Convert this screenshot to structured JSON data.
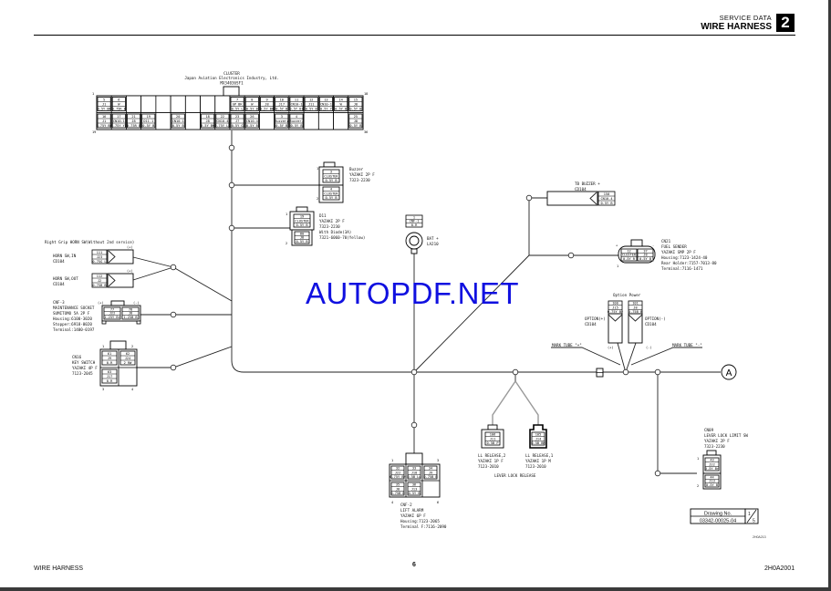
{
  "header": {
    "section": "SERVICE DATA",
    "title": "WIRE HARNESS",
    "chapter": "2"
  },
  "footer": {
    "left": "WIRE HARNESS",
    "page": "6",
    "right": "2H0A2001"
  },
  "watermark": "AUTOPDF.NET",
  "cluster": {
    "name": "CLUSTER",
    "maker": "Japan Aviation Electronics Industry, Ltd.",
    "part": "MX34036SF1",
    "pin_corner_labels": [
      "1",
      "18",
      "19",
      "36"
    ],
    "top_row": [
      {
        "pin": "5",
        "wire": "J1",
        "spec": "0.5Y BK"
      },
      {
        "pin": "6",
        "wire": "W",
        "spec": "0.75R B"
      },
      {
        "pin": "",
        "wire": "",
        "spec": ""
      },
      {
        "pin": "",
        "wire": "",
        "spec": ""
      },
      {
        "pin": "",
        "wire": "",
        "spec": ""
      },
      {
        "pin": "",
        "wire": "",
        "spec": ""
      },
      {
        "pin": "",
        "wire": "",
        "spec": ""
      },
      {
        "pin": "",
        "wire": "",
        "spec": ""
      },
      {
        "pin": "",
        "wire": "",
        "spec": ""
      },
      {
        "pin": "7",
        "wire": "GP BK",
        "spec": "0.5Y L"
      },
      {
        "pin": "8",
        "wire": "W",
        "spec": "0.5Y B"
      },
      {
        "pin": "9",
        "wire": "J8",
        "spec": "0.5Y BK"
      },
      {
        "pin": "10",
        "wire": "J17",
        "spec": "0.5Y B"
      },
      {
        "pin": "11",
        "wire": "CN10-1",
        "spec": "0.5Y Br"
      },
      {
        "pin": "12",
        "wire": "J11",
        "spec": "0.5Y B"
      },
      {
        "pin": "13",
        "wire": "CN10-1",
        "spec": "0.5Y Y"
      },
      {
        "pin": "14",
        "wire": "W",
        "spec": "0.5Y B"
      },
      {
        "pin": "15",
        "wire": "J8",
        "spec": "0.5Y B"
      }
    ],
    "bottom_row": [
      {
        "pin": "16",
        "wire": "J1",
        "spec": "0.75Y BK"
      },
      {
        "pin": "17",
        "wire": "CN10-1",
        "spec": "0.75Y YL"
      },
      {
        "pin": "21",
        "wire": "J8",
        "spec": "0.75R B"
      },
      {
        "pin": "19",
        "wire": "D11-1",
        "spec": "0.5Y B"
      },
      {
        "pin": "",
        "wire": "",
        "spec": ""
      },
      {
        "pin": "20",
        "wire": "CN10-1",
        "spec": "0.5Y B"
      },
      {
        "pin": "",
        "wire": "",
        "spec": ""
      },
      {
        "pin": "18",
        "wire": "J8",
        "spec": "0.5Y BK"
      },
      {
        "pin": "22",
        "wire": "CN10-4",
        "spec": "0.75Y LG"
      },
      {
        "pin": "23",
        "wire": "J7",
        "spec": "0.5Y G"
      },
      {
        "pin": "26",
        "wire": "CN10-4",
        "spec": "0.5Y B"
      },
      {
        "pin": "",
        "wire": "",
        "spec": ""
      },
      {
        "pin": "3",
        "wire": "Buzzer+",
        "spec": "0.5Y B"
      },
      {
        "pin": "4",
        "wire": "Buzzer-",
        "spec": "0.5Y B"
      },
      {
        "pin": "",
        "wire": "",
        "spec": ""
      },
      {
        "pin": "",
        "wire": "",
        "spec": ""
      },
      {
        "pin": "",
        "wire": "",
        "spec": ""
      },
      {
        "pin": "25",
        "wire": "J8",
        "spec": "0.5Y B"
      }
    ]
  },
  "buzzer": {
    "name": "Buzzer",
    "spec": "YAZAKI 2P F",
    "part": "7323-2230",
    "pins": [
      "1",
      "2"
    ],
    "cells": [
      {
        "pin": "3",
        "wire": "CLUSTER",
        "spec": "0.5Y B"
      },
      {
        "pin": "4",
        "wire": "CLUSTER",
        "spec": "0.5Y B"
      }
    ]
  },
  "d11": {
    "name": "D11",
    "spec": "YAZAKI 2P F",
    "part": "7323-2230",
    "note": "With Diode(3A)",
    "diode_part": "7321-6060-70(Yellow)",
    "pins": [
      "1",
      "2"
    ],
    "cells": [
      {
        "pin": "19",
        "wire": "CLUSTER",
        "spec": "0.5Y B"
      },
      {
        "pin": "80",
        "wire": "J8",
        "spec": "0.5Y B"
      }
    ]
  },
  "bat": {
    "name": "BAT +",
    "part": "LA210",
    "cell": {
      "pin": "1",
      "wire": "CNF-1",
      "spec": "0.R"
    }
  },
  "horn": {
    "title": "Right Grip HORN SW(Without 2nd service)",
    "in": {
      "name": "HORN SW,IN",
      "part": "CD104",
      "polarity": "(+)",
      "cell": {
        "pin": "111",
        "wire": "J23",
        "spec": "0.75G L"
      }
    },
    "out": {
      "name": "HORN SW,OUT",
      "part": "CD104",
      "polarity": "(+)",
      "cell": {
        "pin": "112",
        "wire": "J2",
        "spec": "0.75B B"
      }
    }
  },
  "maint_socket": {
    "id": "CNF-3",
    "name": "MAINTENANCE SOCKET",
    "spec": "SUMITOMO 5A 2P F",
    "housing": "Housing:6100-3020",
    "stopper": "Stopper:6918-0020",
    "terminal": "Terminal:1400-0197",
    "polarity": [
      "(+)",
      "(-)"
    ],
    "cells": [
      {
        "pin": "77",
        "wire": "J22",
        "spec": "1.25Y Br"
      },
      {
        "pin": "78",
        "wire": "J8",
        "spec": "1.25B B"
      }
    ]
  },
  "key_switch": {
    "id": "CN16",
    "name": "KEY SWITCH",
    "spec": "YAZAKI 4P F",
    "part": "7123-2045",
    "pins": [
      "1",
      "2",
      "3",
      "4"
    ],
    "cells": [
      {
        "pin": "61",
        "wire": "J9",
        "spec": "0.R"
      },
      {
        "pin": "62",
        "wire": "J24",
        "spec": "2 RW"
      },
      {
        "pin": "63",
        "wire": "J17",
        "spec": "0.R"
      }
    ]
  },
  "tb_buzzer": {
    "name": "TB BUZZER +",
    "part": "CD104",
    "cell": {
      "pin": "150",
      "wire": "CN10-4",
      "spec": "0.5Y B"
    }
  },
  "fuel_sender": {
    "id": "CN21",
    "name": "FUEL SENDER",
    "spec": "YAZAKI SMP 2P F",
    "housing": "Housing:7123-1424-40",
    "rear_holder": "Rear Holder:7157-7013-80",
    "terminal": "Terminal:7116-1471",
    "polarity": [
      "+",
      "-"
    ],
    "pin_label": "1",
    "cells": [
      {
        "pin": "12",
        "wire": "CLUSTER",
        "spec": "0.5Y R"
      },
      {
        "pin": "37",
        "wire": "J8",
        "spec": "0.5Y B"
      }
    ]
  },
  "option_power": {
    "title": "Option Power",
    "left": {
      "name": "OPTION(+)",
      "part": "CD104",
      "polarity": "(+)",
      "cell": {
        "pin": "100",
        "wire": "J15",
        "spec": "0.75Y Br"
      }
    },
    "right": {
      "name": "OPTION(-)",
      "part": "CD104",
      "polarity": "(-)",
      "cell": {
        "pin": "101",
        "wire": "J8",
        "spec": "0.75B B"
      }
    },
    "mark_left": "MARK TUBE \"+\"",
    "mark_right": "MARK TUBE \"-\""
  },
  "connector_a": "A",
  "lever_lock": {
    "title": "LEVER LOCK RELEASE",
    "release2": {
      "name": "LL RELEASE,2",
      "spec": "YAZAKI 1P F",
      "part": "7123-2010",
      "cell": {
        "pin": "106",
        "wire": "J11",
        "spec": "0.5B P"
      }
    },
    "release1": {
      "name": "LL RELEASE,1",
      "spec": "YAZAKI 1P M",
      "part": "7123-2010",
      "cell": {
        "pin": "105",
        "wire": "J14",
        "spec": "0.5B BK"
      }
    }
  },
  "lift_alarm": {
    "id": "CNF-2",
    "name": "LIFT ALARM",
    "spec": "YAZAKI 6P F",
    "housing": "Housing:7123-2065",
    "terminal": "Terminal F:7116-2090",
    "pins": [
      "1",
      "3",
      "4",
      "6"
    ],
    "cells": [
      {
        "pin": "32",
        "wire": "J22",
        "spec": "0.75Y Br"
      },
      {
        "pin": "33",
        "wire": "J18",
        "spec": "0.5B Lw"
      },
      {
        "pin": "34",
        "wire": "J9",
        "spec": "0.75B B"
      },
      {
        "pin": "35",
        "wire": "J8",
        "spec": "0.75B B"
      },
      {
        "pin": "36",
        "wire": "J13",
        "spec": "0.5Y B"
      }
    ]
  },
  "lever_lock_limit": {
    "id": "CN09",
    "name": "LEVER LOCK LIMIT SW",
    "spec": "YAZAKI 2P F",
    "part": "7323-2230",
    "pins": [
      "1",
      "2"
    ],
    "cells": [
      {
        "pin": "43",
        "wire": "J22",
        "spec": "0.5Y Br"
      },
      {
        "pin": "44",
        "wire": "J13",
        "spec": "0.5Y B"
      }
    ]
  },
  "drawing": {
    "label": "Drawing No.",
    "number": "03342-00025-04",
    "sheet": "1",
    "total": "5",
    "code": "2H0A213"
  }
}
